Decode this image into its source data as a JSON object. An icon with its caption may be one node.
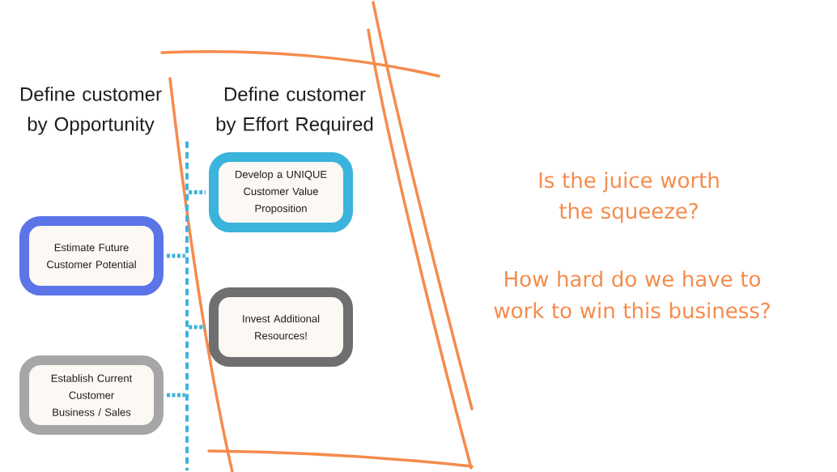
{
  "diagram": {
    "nodes": [
      {
        "text": [
          "Develop a UNIQUE Customer Value Proposition"
        ]
      },
      {
        "text": [
          "Estimate Future Customer Potential"
        ]
      },
      {
        "text": [
          "Invest Additional Resources!"
        ]
      },
      {
        "text": [
          "Establish Current Customer Business / Sales"
        ]
      },
      {
        "text": [],
        "shape": "line"
      }
    ],
    "edges": [
      {
        "from": 4,
        "to": 0,
        "arrow": "none",
        "style": "dashed"
      },
      {
        "from": 1,
        "to": 4,
        "arrow": "none",
        "style": "dashed"
      },
      {
        "from": 4,
        "to": 2,
        "arrow": "none",
        "style": "dashed"
      },
      {
        "from": 3,
        "to": 4,
        "arrow": "none",
        "style": "dashed"
      }
    ],
    "labels": [
      "Define customer by Opportunity",
      "Define customer by Effort Required",
      "Is the juice worth the squeeze?",
      "How hard do we have to work to win this business?"
    ]
  }
}
